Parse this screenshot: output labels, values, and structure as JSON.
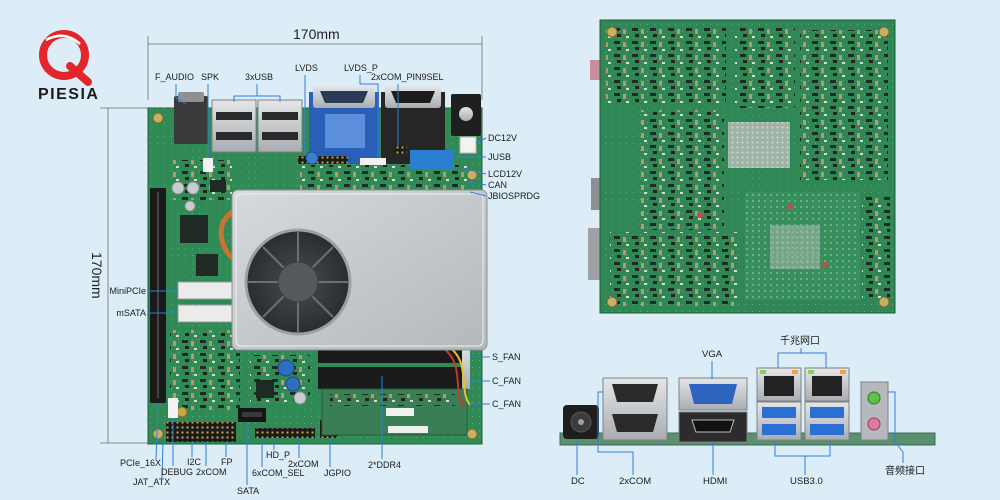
{
  "logo": {
    "brand": "PIESIA"
  },
  "dimensions": {
    "width": "170mm",
    "height": "170mm"
  },
  "front_labels": {
    "top": [
      "F_AUDIO",
      "SPK",
      "3xUSB",
      "LVDS",
      "LVDS_P",
      "2xCOM_PIN9SEL"
    ],
    "right": [
      "DC12V",
      "JUSB",
      "LCD12V",
      "CAN",
      "JBIOSPRDG"
    ],
    "left": [
      "MiniPCIe",
      "mSATA"
    ],
    "right_lower": [
      "S_FAN",
      "C_FAN",
      "C_FAN"
    ],
    "bottom": [
      "PCIe_16X",
      "JAT_ATX",
      "DEBUG",
      "I2C",
      "2xCOM",
      "FP",
      "SATA",
      "6xCOM_SEL",
      "HD_P",
      "2xCOM",
      "JGPIO",
      "2*DDR4"
    ]
  },
  "io_labels": {
    "top": [
      "VGA",
      "千兆网口"
    ],
    "bottom": [
      "DC",
      "2xCOM",
      "HDMI",
      "USB3.0"
    ],
    "side": [
      "音频接口"
    ]
  },
  "colors": {
    "background": "#dcedf8",
    "pcb": "#2f8a55",
    "callout": "#2f7fd8",
    "logo": "#e3262a",
    "label": "#1a1a1a"
  }
}
